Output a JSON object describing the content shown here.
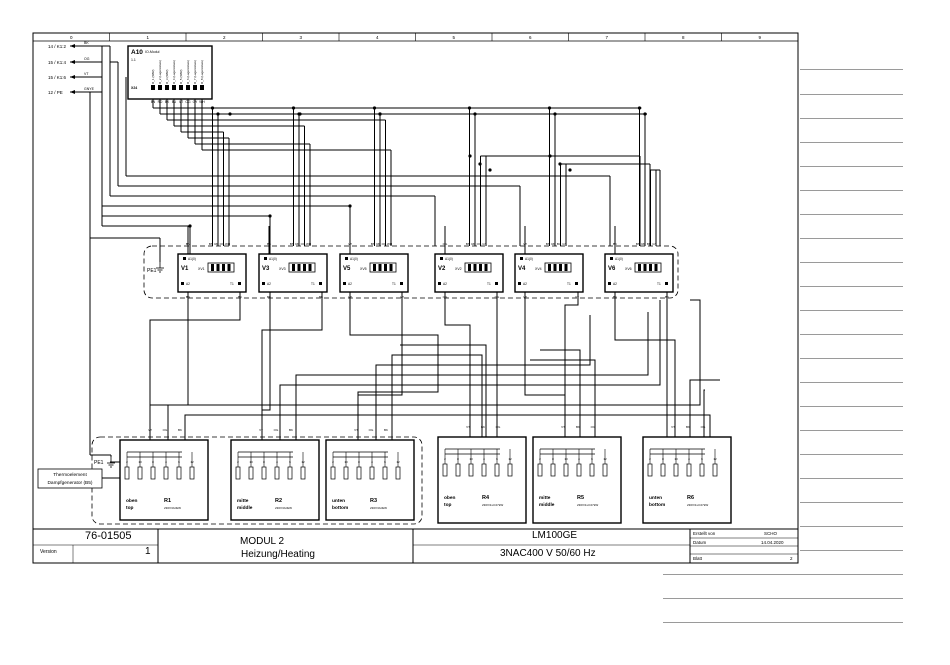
{
  "grid": {
    "columns": [
      "0",
      "1",
      "2",
      "3",
      "4",
      "5",
      "6",
      "7",
      "8",
      "9"
    ]
  },
  "external_refs": [
    {
      "ref": "14 / K1:2",
      "wire": "BK"
    },
    {
      "ref": "15 / K1:4",
      "wire": "OG"
    },
    {
      "ref": "15 / K1:6",
      "wire": "VT"
    },
    {
      "ref": "12 / PE",
      "wire": "GNYE"
    }
  ],
  "a10": {
    "label": "A10",
    "subtitle": "IO-Modul",
    "slot": "1.1",
    "connector": "X24",
    "pins": [
      "BN",
      "RD",
      "BK",
      "BU",
      "VT",
      "OG",
      "GY",
      "WH"
    ],
    "signals": [
      "R_1 (SBR)",
      "R_2 (Lagenrelais)",
      "R_3 (SBR)",
      "R_4 (Lagenrelais)",
      "R_5 (SBR)",
      "R_6 (Lagenrelais)",
      "R_7 (Lagenrelais)",
      "R_8 (Lagenrelais)"
    ]
  },
  "pe_label": "PE1",
  "ssr": [
    {
      "name": "V1",
      "connector": "XV1",
      "a1": "A1(0)",
      "wires_top": [
        "BN",
        "BN",
        "RD",
        "OG",
        "WH"
      ],
      "bot_left": "BN",
      "bot_right": "BK",
      "a2": "A2",
      "t1": "T1"
    },
    {
      "name": "V3",
      "connector": "XV3",
      "a1": "A1(0)",
      "wires_top": [
        "BK",
        "BN",
        "RD",
        "OG",
        "WH"
      ],
      "bot_left": "BK",
      "bot_right": "BK",
      "a2": "A2",
      "t1": "T1"
    },
    {
      "name": "V5",
      "connector": "XV5",
      "a1": "A1(0)",
      "wires_top": [
        "VT",
        "BN",
        "RD",
        "OG",
        "WH"
      ],
      "bot_left": "VT",
      "bot_right": "VT",
      "a2": "A2",
      "t1": "T1"
    },
    {
      "name": "V2",
      "connector": "XV2",
      "a1": "A1(0)",
      "wires_top": [
        "OG",
        "BN",
        "RD",
        "OG",
        "GY"
      ],
      "bot_left": "OG",
      "bot_right": "OG",
      "a2": "A2",
      "t1": "T1"
    },
    {
      "name": "V4",
      "connector": "XV4",
      "a1": "A1(0)",
      "wires_top": [
        "VT",
        "BN",
        "RD",
        "BU",
        "GY"
      ],
      "bot_left": "VT",
      "bot_right": "VT",
      "a2": "A2",
      "t1": "T1"
    },
    {
      "name": "V6",
      "connector": "XV6",
      "a1": "A1(0)",
      "wires_top": [
        "BK",
        "BN",
        "RD",
        "BU",
        "GY"
      ],
      "bot_left": "BK",
      "bot_right": "BK",
      "a2": "A2",
      "t1": "T1"
    }
  ],
  "heaters": [
    {
      "name": "R1",
      "pos": "oben",
      "pos_en": "top",
      "spec": "230V/3x3kW",
      "wires": [
        "VT",
        "OG",
        "BK"
      ],
      "pins": [
        "2",
        "10",
        "8",
        "4",
        "6",
        "12"
      ]
    },
    {
      "name": "R2",
      "pos": "mitte",
      "pos_en": "middle",
      "spec": "230V/3x3kW",
      "wires": [
        "VT",
        "OG",
        "BK"
      ],
      "pins": [
        "2",
        "10",
        "8",
        "4",
        "6",
        "12"
      ]
    },
    {
      "name": "R3",
      "pos": "unten",
      "pos_en": "bottom",
      "spec": "230V/3x3kW",
      "wires": [
        "VT",
        "OG",
        "BK"
      ],
      "pins": [
        "2",
        "10",
        "8",
        "4",
        "6",
        "12"
      ]
    },
    {
      "name": "R4",
      "pos": "oben",
      "pos_en": "top",
      "spec": "230V/1x3.07kW",
      "wires": [
        "VT",
        "BK",
        "OG"
      ],
      "pins": [
        "2",
        "8",
        "10",
        "4",
        "6",
        "12"
      ]
    },
    {
      "name": "R5",
      "pos": "mitte",
      "pos_en": "middle",
      "spec": "230V/1x3.07kW",
      "wires": [
        "VT",
        "BK",
        "OG"
      ],
      "pins": [
        "2",
        "8",
        "10",
        "4",
        "6",
        "12"
      ]
    },
    {
      "name": "R6",
      "pos": "unten",
      "pos_en": "bottom",
      "spec": "230V/1x3.07kW",
      "wires": [
        "VT",
        "BK",
        "OG"
      ],
      "pins": [
        "2",
        "8",
        "10",
        "4",
        "6",
        "12"
      ]
    }
  ],
  "thermo": {
    "label_1": "Thermoelement",
    "label_2": "Dampfgenerator (B5)"
  },
  "title_block": {
    "drawing_no": "76-01505",
    "version_label": "Version",
    "version": "1",
    "module": "MODUL 2",
    "module_desc": "Heizung/Heating",
    "product": "LM100GE",
    "voltage": "3NAC400 V 50/60 Hz",
    "created_label": "Erstellt von",
    "created_by": "SCHO",
    "date_label": "Datum",
    "date": "14.04.2020",
    "sheet_label": "Blatt",
    "sheet": "2"
  },
  "colors": {
    "line": "#000000",
    "border": "#000000",
    "side_lines": "#9a9a9a"
  }
}
